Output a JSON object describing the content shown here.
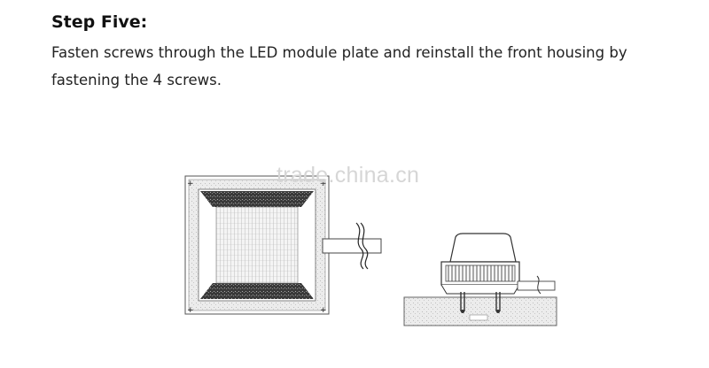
{
  "step": {
    "heading": "Step Five:",
    "instruction": "Fasten screws through the LED module plate and reinstall the front housing by fastening the 4 screws."
  },
  "watermark": "trade.china.cn"
}
